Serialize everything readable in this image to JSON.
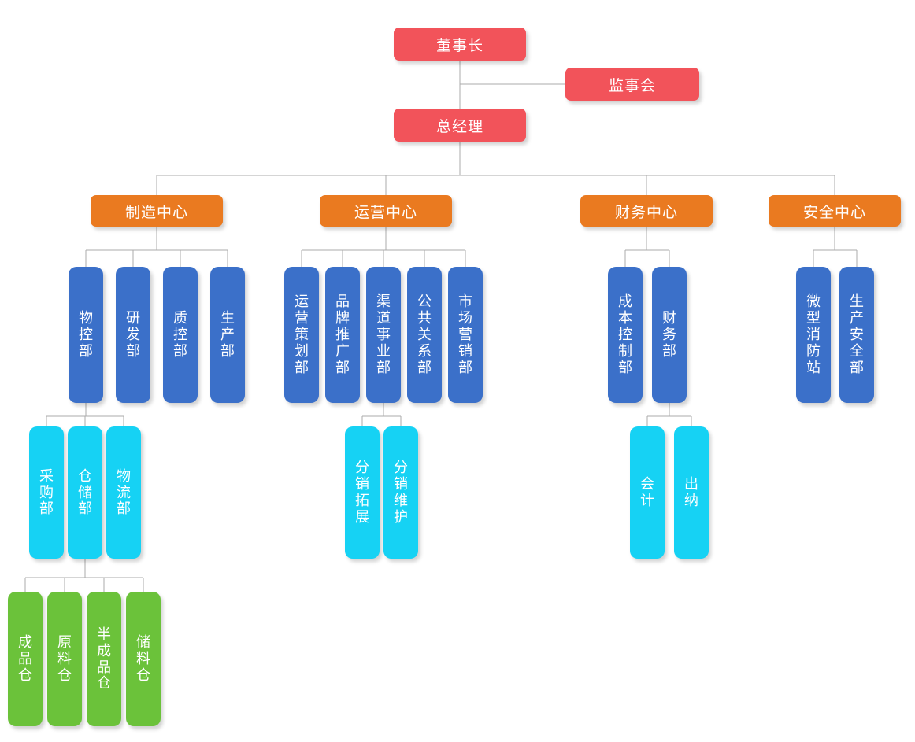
{
  "palette": {
    "executive": "#F2535A",
    "center": "#EA7A20",
    "department": "#3B70C9",
    "team": "#16D2F4",
    "warehouse": "#6BC23A",
    "connector": "#ABABAB",
    "text_color": "#FFFFFF"
  },
  "org": {
    "chairman": {
      "label": "董事长"
    },
    "supervisory_board": {
      "label": "监事会"
    },
    "general_manager": {
      "label": "总经理"
    },
    "centers": [
      {
        "label": "制造中心",
        "departments": [
          {
            "label": "物控部",
            "teams": [
              {
                "label": "采购部"
              },
              {
                "label": "仓储部",
                "warehouses": [
                  {
                    "label": "成品仓"
                  },
                  {
                    "label": "原料仓"
                  },
                  {
                    "label": "半成品仓"
                  },
                  {
                    "label": "储料仓"
                  }
                ]
              },
              {
                "label": "物流部"
              }
            ]
          },
          {
            "label": "研发部"
          },
          {
            "label": "质控部"
          },
          {
            "label": "生产部"
          }
        ]
      },
      {
        "label": "运营中心",
        "departments": [
          {
            "label": "运营策划部"
          },
          {
            "label": "品牌推广部"
          },
          {
            "label": "渠道事业部",
            "teams": [
              {
                "label": "分销拓展"
              },
              {
                "label": "分销维护"
              }
            ]
          },
          {
            "label": "公共关系部"
          },
          {
            "label": "市场营销部"
          }
        ]
      },
      {
        "label": "财务中心",
        "departments": [
          {
            "label": "成本控制部"
          },
          {
            "label": "财务部",
            "teams": [
              {
                "label": "会计"
              },
              {
                "label": "出纳"
              }
            ]
          }
        ]
      },
      {
        "label": "安全中心",
        "departments": [
          {
            "label": "微型消防站"
          },
          {
            "label": "生产安全部"
          }
        ]
      }
    ]
  }
}
